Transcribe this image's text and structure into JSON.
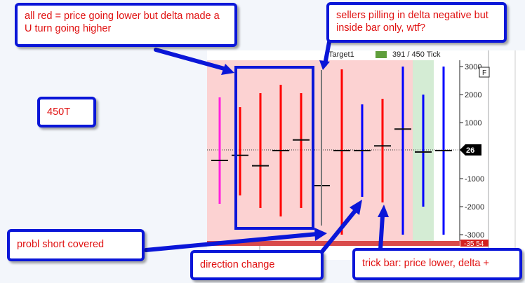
{
  "header_text": {
    "target_label": "Target1",
    "bar_type": "391 / 450 Tick"
  },
  "chart_data": {
    "type": "candlestick-delta",
    "y_axis": {
      "ticks": [
        3000,
        2000,
        1000,
        -1000,
        -2000,
        -3000
      ],
      "ylim": [
        -3000,
        3000
      ]
    },
    "flag_label": "F",
    "current_value_label": "26",
    "bottom_value_label": "-35 54",
    "bars": [
      {
        "low": -1900,
        "high": 1900,
        "close": -350,
        "color": "#ff22dd"
      },
      {
        "low": -1600,
        "high": 1550,
        "close": -170,
        "color": "#ff0000"
      },
      {
        "low": -2050,
        "high": 2050,
        "close": -540,
        "color": "#ff0000"
      },
      {
        "low": -2350,
        "high": 2350,
        "close": 0,
        "color": "#ff0000"
      },
      {
        "low": -2050,
        "high": 2050,
        "close": 380,
        "color": "#ff0000"
      },
      {
        "low": null,
        "high": null,
        "close": -1250,
        "color": "#ff0000"
      },
      {
        "low": -3000,
        "high": 2900,
        "close": 0,
        "color": "#ff0000"
      },
      {
        "low": -1650,
        "high": 1650,
        "close": 0,
        "color": "#0000ff"
      },
      {
        "low": -1850,
        "high": 1850,
        "close": 170,
        "color": "#ff0000"
      },
      {
        "low": -3000,
        "high": 3000,
        "close": 770,
        "color": "#0000ff"
      },
      {
        "low": -2000,
        "high": 2000,
        "close": -50,
        "color": "#0000ff"
      },
      {
        "low": -3000,
        "high": 3000,
        "close": 0,
        "color": "#0000ff"
      }
    ]
  },
  "annotations": {
    "all_red": "all red = price going lower but delta made a U turn going higher",
    "sellers": "sellers pilling in delta negative but inside bar only, wtf?",
    "timeframe": "450T",
    "short_covered": "probl short covered",
    "direction_change": "direction change",
    "trick_bar": "trick bar: price lower, delta +"
  },
  "colors": {
    "annotation_border": "#0a16d8",
    "annotation_text": "#e01010",
    "bg_pink": "#fcd2d2",
    "bg_green": "#d4ecd4"
  }
}
